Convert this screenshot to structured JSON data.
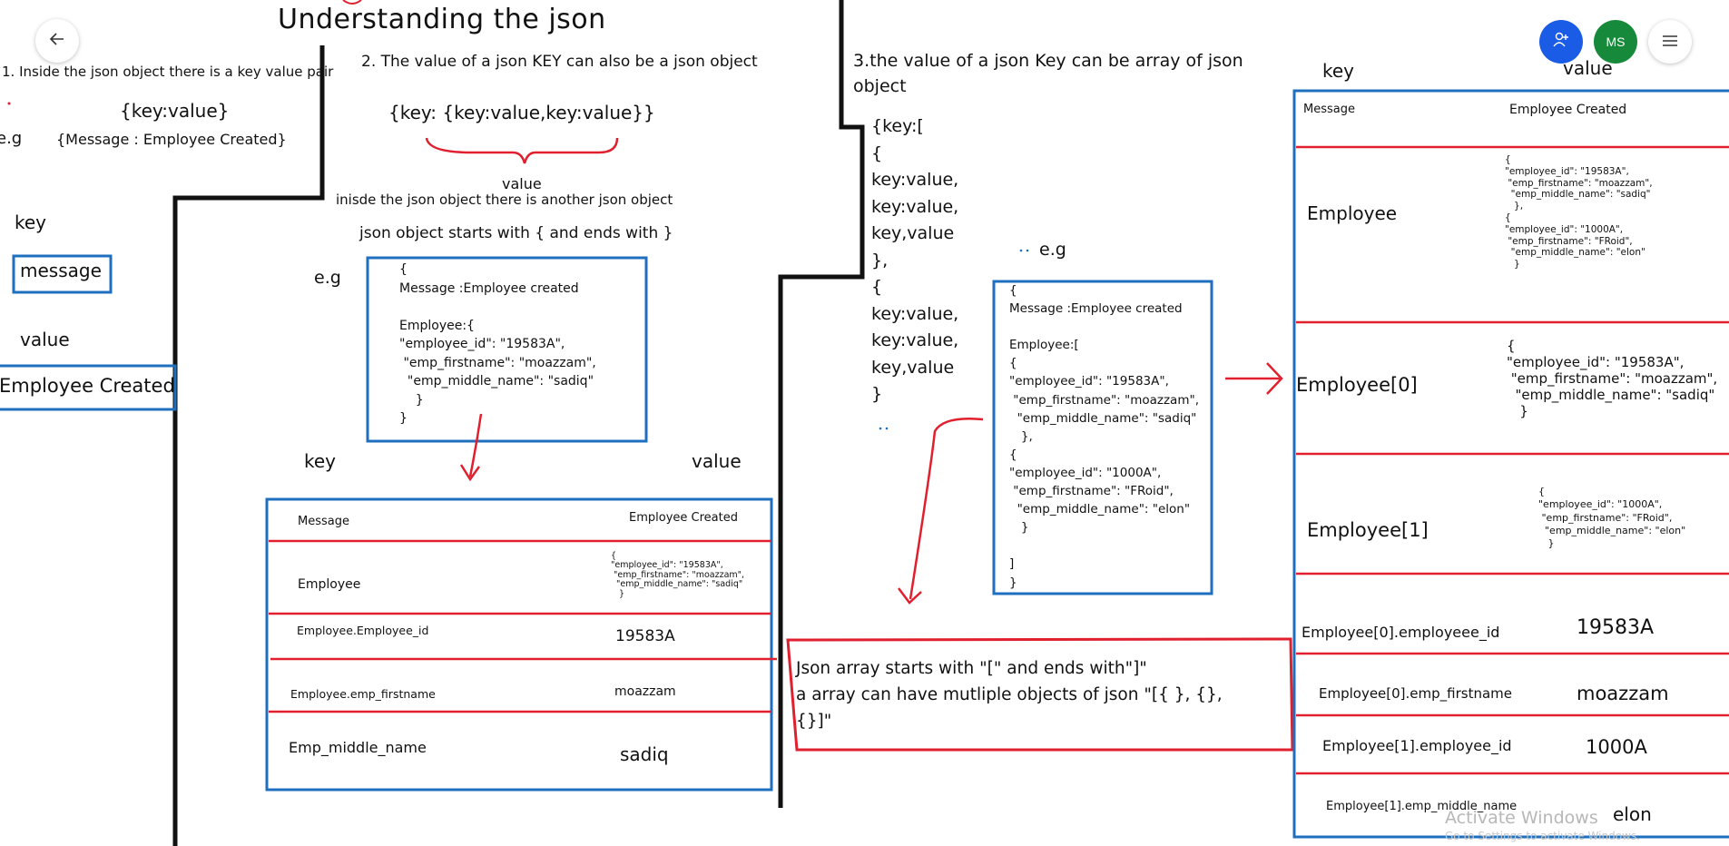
{
  "toolbar": {
    "back_icon": "arrow-left-icon",
    "share_icon": "add-person-icon",
    "avatar_initials": "MS",
    "menu_icon": "hamburger-menu-icon",
    "accent_blue": "#1a5ce5",
    "avatar_green": "#168a3a"
  },
  "title": "Understanding the json",
  "section1": {
    "heading": "1. Inside the json object there is a key value pair",
    "syntax": "{key:value}",
    "eg_label": "e.g",
    "example": "{Message : Employee Created}",
    "key_label": "key",
    "key_box": "message",
    "value_label": "value",
    "value_box": "Employee Created"
  },
  "section2": {
    "heading": "2. The value of a json KEY can also be a json object",
    "syntax": "{key: {key:value,key:value}}",
    "brace_label": "value",
    "note1": "inisde the json object there is another json object",
    "note2": "json object starts with { and ends with }",
    "eg_label": "e.g",
    "example_lines": [
      "{",
      "Message :Employee created",
      "",
      "Employee:{",
      "\"employee_id\": \"19583A\",",
      " \"emp_firstname\": \"moazzam\",",
      "  \"emp_middle_name\": \"sadiq\"",
      "    }",
      "}"
    ],
    "key_label": "key",
    "value_label": "value",
    "table": [
      {
        "key": "Message",
        "value": "Employee Created"
      },
      {
        "key": "Employee",
        "value": "{\n\"employee_id\": \"19583A\",\n \"emp_firstname\": \"moazzam\",\n  \"emp_middle_name\": \"sadiq\"\n   }"
      },
      {
        "key": "Employee.Employee_id",
        "value": "19583A"
      },
      {
        "key": "Employee.emp_firstname",
        "value": "moazzam"
      },
      {
        "key": "Emp_middle_name",
        "value": "sadiq"
      }
    ]
  },
  "section3": {
    "heading_line1": "3.the value of a json Key can be array of json",
    "heading_line2": "object",
    "syntax_lines": [
      "{key:[",
      "{",
      "key:value,",
      "key:value,",
      "key,value",
      "},",
      "{",
      "key:value,",
      "key:value,",
      "key,value",
      "}"
    ],
    "eg_label": "e.g",
    "example_lines": [
      "{",
      "Message :Employee created",
      "",
      "Employee:[",
      "{",
      "\"employee_id\": \"19583A\",",
      " \"emp_firstname\": \"moazzam\",",
      "  \"emp_middle_name\": \"sadiq\"",
      "   },",
      "{",
      "\"employee_id\": \"1000A\",",
      " \"emp_firstname\": \"FRoid\",",
      "  \"emp_middle_name\": \"elon\"",
      "   }",
      "",
      "]",
      "}"
    ],
    "note_lines": [
      "Json array starts with \"[\" and ends with\"]\"",
      "a array can have mutliple objects of json \"[{ }, {},",
      "{}]\""
    ],
    "key_label": "key",
    "value_label": "value",
    "table": [
      {
        "key": "Message",
        "value": "Employee Created"
      },
      {
        "key": "Employee",
        "value": "{\n\"employee_id\": \"19583A\",\n \"emp_firstname\": \"moazzam\",\n  \"emp_middle_name\": \"sadiq\"\n   },\n{\n\"employee_id\": \"1000A\",\n \"emp_firstname\": \"FRoid\",\n  \"emp_middle_name\": \"elon\"\n   }"
      },
      {
        "key": "Employee[0]",
        "value": "{\n\"employee_id\": \"19583A\",\n \"emp_firstname\": \"moazzam\",\n  \"emp_middle_name\": \"sadiq\"\n   }"
      },
      {
        "key": "Employee[1]",
        "value": "{\n\"employee_id\": \"1000A\",\n \"emp_firstname\": \"FRoid\",\n  \"emp_middle_name\": \"elon\"\n   }"
      },
      {
        "key": "Employee[0].employeee_id",
        "value": "19583A"
      },
      {
        "key": "Employee[0].emp_firstname",
        "value": "moazzam"
      },
      {
        "key": "Employee[1].employee_id",
        "value": "1000A"
      },
      {
        "key": "Employee[1].emp_middle_name",
        "value": "elon"
      }
    ]
  },
  "watermark": {
    "line1": "Activate Windows",
    "line2": "Go to Settings to activate Windows."
  },
  "colors": {
    "box_blue": "#1f6fbf",
    "red": "#e0202e",
    "black": "#111111"
  }
}
